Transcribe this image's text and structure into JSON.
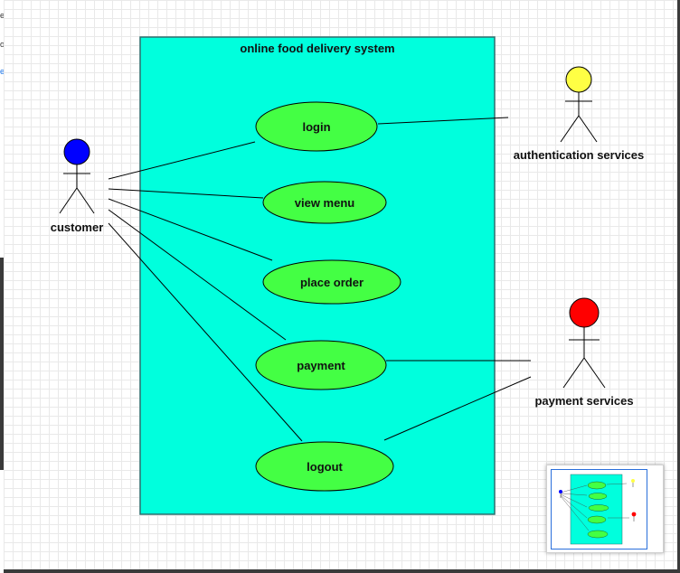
{
  "system": {
    "title": "online food delivery system",
    "fill": "#00ffdd",
    "border": "#2e6e6e"
  },
  "actors": [
    {
      "id": "customer",
      "label": "customer",
      "head_color": "#0000ff"
    },
    {
      "id": "auth",
      "label": "authentication services",
      "head_color": "#ffff44"
    },
    {
      "id": "payment-services",
      "label": "payment services",
      "head_color": "#ff0000"
    }
  ],
  "use_cases": [
    {
      "id": "login",
      "label": "login"
    },
    {
      "id": "view-menu",
      "label": "view menu"
    },
    {
      "id": "place-order",
      "label": "place order"
    },
    {
      "id": "payment",
      "label": "payment"
    },
    {
      "id": "logout",
      "label": "logout"
    }
  ],
  "use_case_fill": "#44ff44",
  "associations": [
    {
      "from": "customer",
      "to": "login"
    },
    {
      "from": "customer",
      "to": "view-menu"
    },
    {
      "from": "customer",
      "to": "place-order"
    },
    {
      "from": "customer",
      "to": "payment"
    },
    {
      "from": "customer",
      "to": "logout"
    },
    {
      "from": "auth",
      "to": "login"
    },
    {
      "from": "payment-services",
      "to": "payment"
    },
    {
      "from": "payment-services",
      "to": "logout"
    }
  ],
  "left_strip_glyphs": [
    "e",
    "o",
    "e"
  ]
}
